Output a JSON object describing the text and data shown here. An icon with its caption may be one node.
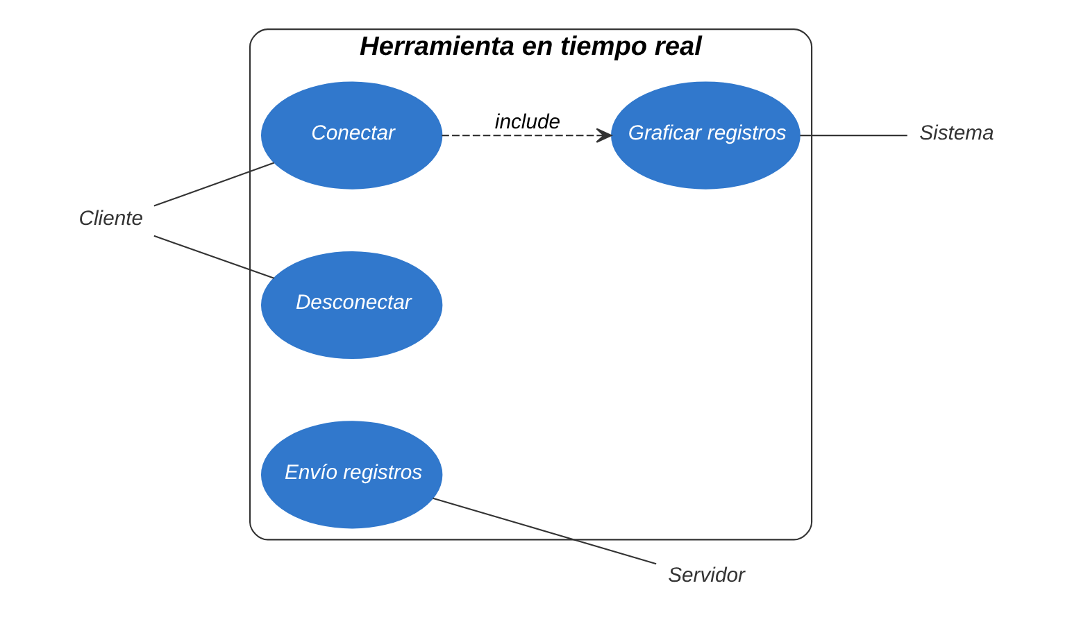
{
  "diagram": {
    "nodes": [
      {
        "text": [
          "Herramienta en tiempo real"
        ]
      },
      {
        "text": [
          "Conectar"
        ],
        "in": 0
      },
      {
        "text": [
          "Graficar registros"
        ],
        "in": 0
      },
      {
        "text": [
          "Desconectar"
        ],
        "in": 0
      },
      {
        "text": [
          "Envío registros"
        ],
        "in": 0
      },
      {
        "text": [
          "Cliente"
        ]
      },
      {
        "text": [
          "Sistema"
        ]
      },
      {
        "text": [
          "Servidor"
        ]
      }
    ],
    "edges": [
      {
        "from": 5,
        "to": 1,
        "arrow": "none"
      },
      {
        "from": 5,
        "to": 3,
        "arrow": "none"
      },
      {
        "from": 1,
        "to": 2,
        "arrow": "to",
        "label": "include",
        "style": "dashed"
      },
      {
        "from": 2,
        "to": 6,
        "arrow": "none"
      },
      {
        "from": 4,
        "to": 7,
        "arrow": "none"
      }
    ]
  }
}
